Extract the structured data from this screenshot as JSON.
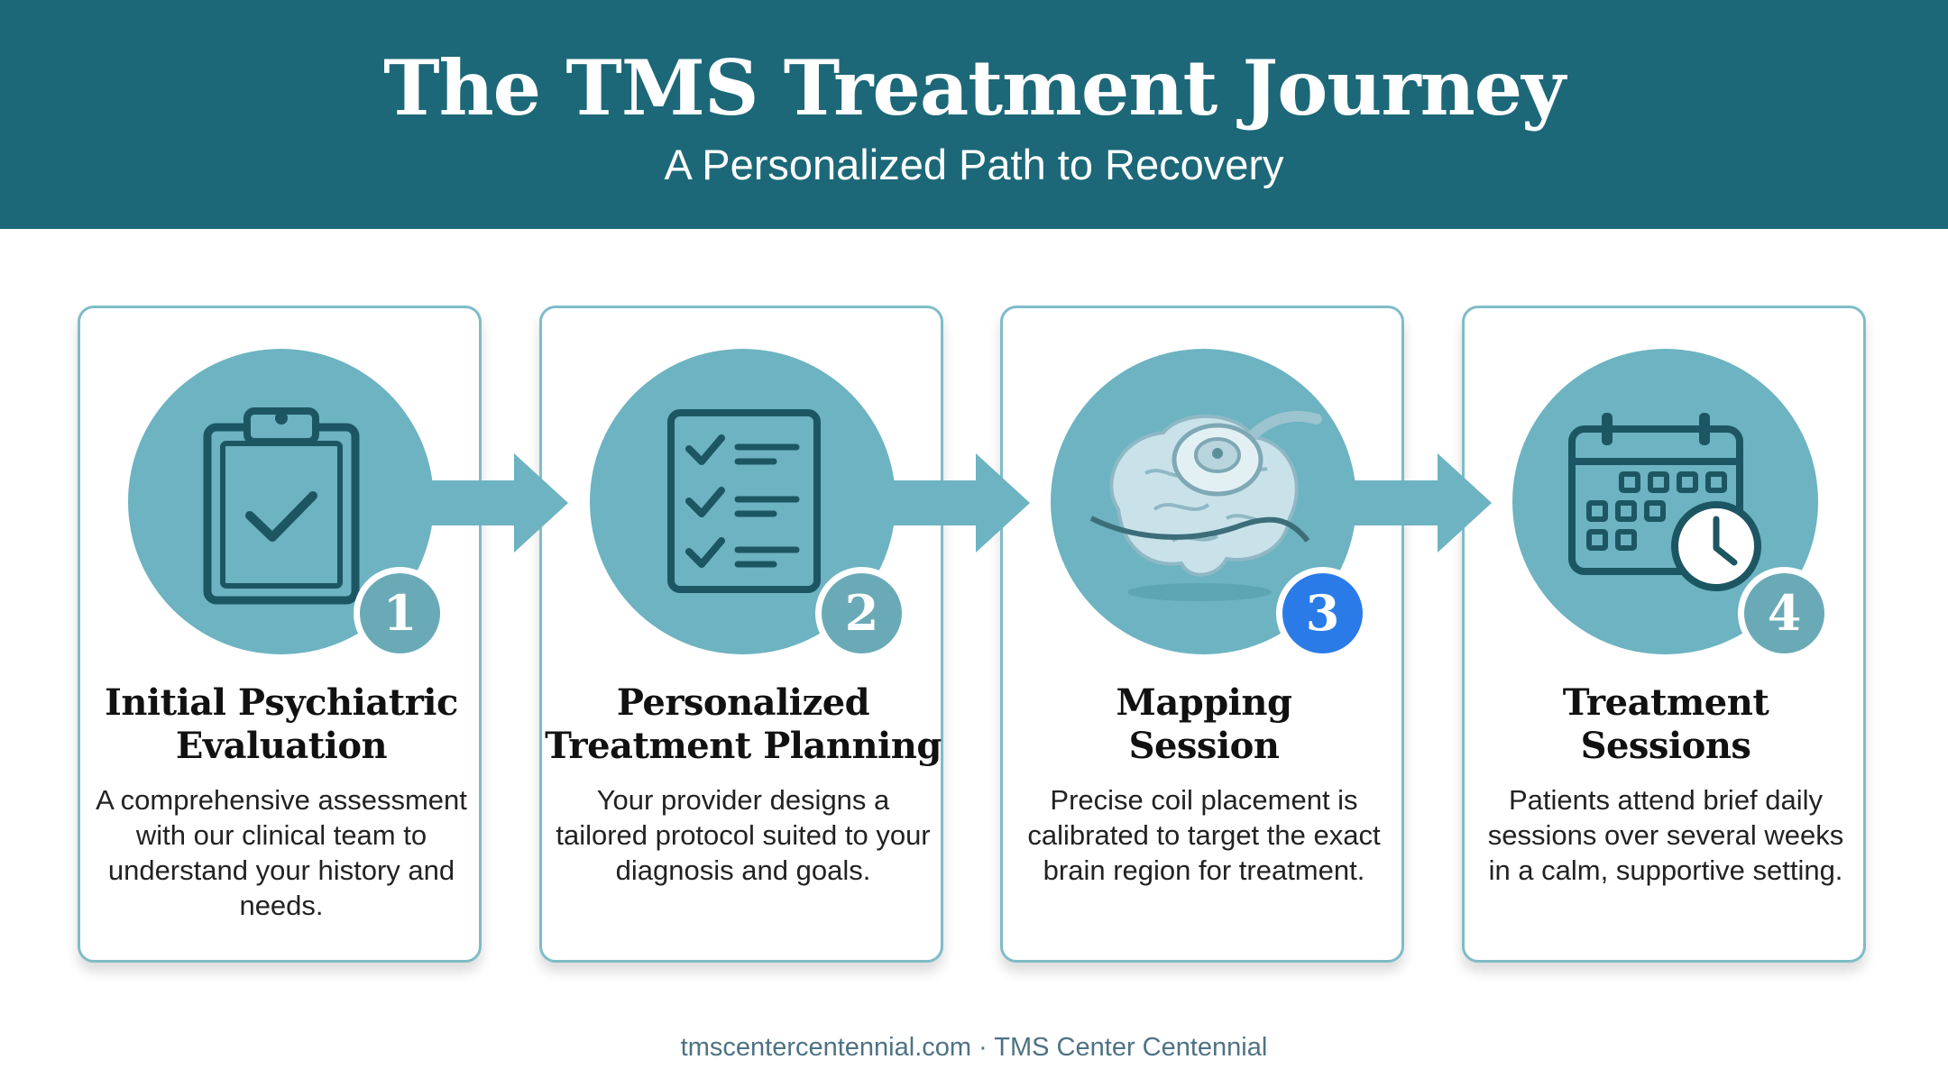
{
  "header": {
    "title": "The TMS Treatment Journey",
    "subtitle": "A Personalized Path to Recovery"
  },
  "steps": [
    {
      "number": "1",
      "title_line1": "Initial Psychiatric",
      "title_line2": "Evaluation",
      "description": "A comprehensive assessment with our clinical team to understand your history and needs.",
      "icon": "clipboard-check-icon"
    },
    {
      "number": "2",
      "title_line1": "Personalized",
      "title_line2": "Treatment Planning",
      "description": "Your provider designs a tailored protocol suited to your diagnosis and goals.",
      "icon": "checklist-icon"
    },
    {
      "number": "3",
      "title_line1": "Mapping",
      "title_line2": "Session",
      "description": "Precise coil placement is calibrated to target the exact brain region for treatment.",
      "icon": "brain-coil-icon"
    },
    {
      "number": "4",
      "title_line1": "Treatment",
      "title_line2": "Sessions",
      "description": "Patients attend brief daily sessions over several weeks in a calm, supportive setting.",
      "icon": "calendar-clock-icon"
    }
  ],
  "footer": {
    "text": "tmscentercentennial.com · TMS Center Centennial"
  },
  "colors": {
    "header_bg": "#1c6878",
    "accent": "#6db3c1",
    "card_border": "#7fbcc8",
    "active_badge": "#2a7be8",
    "icon_stroke": "#1d5663"
  }
}
